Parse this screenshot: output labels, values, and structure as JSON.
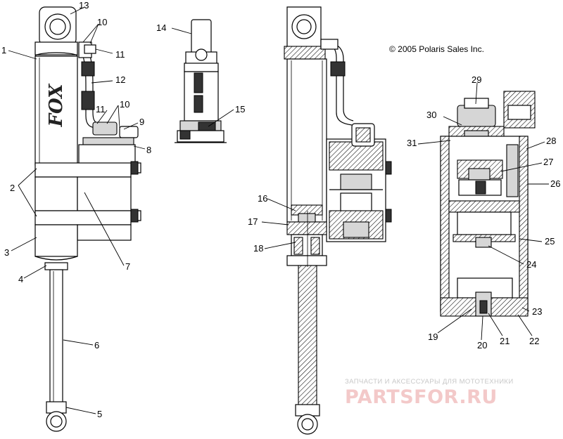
{
  "copyright": "© 2005 Polaris Sales Inc.",
  "watermark": {
    "tagline": "ЗАПЧАСТИ И АКСЕССУАРЫ ДЛЯ МОТОТЕХНИКИ",
    "logo": "PARTSFOR.RU"
  },
  "brand_logo": "FOX",
  "callouts": [
    "1",
    "2",
    "3",
    "4",
    "5",
    "6",
    "7",
    "8",
    "9",
    "10",
    "11",
    "12",
    "13",
    "14",
    "15",
    "16",
    "17",
    "18",
    "19",
    "20",
    "21",
    "22",
    "23",
    "24",
    "25",
    "26",
    "27",
    "28",
    "29",
    "30",
    "31"
  ]
}
